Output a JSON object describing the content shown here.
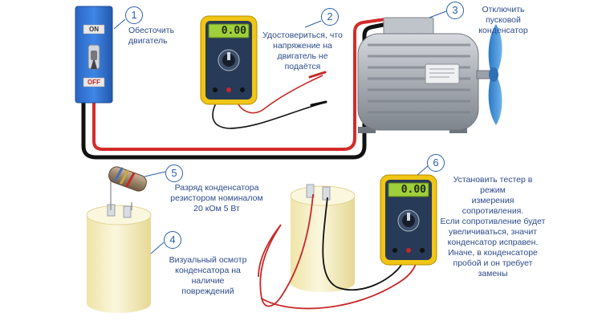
{
  "steps": [
    {
      "number": "1",
      "text_lines": [
        "Обесточить",
        "двигатель"
      ]
    },
    {
      "number": "2",
      "text_lines": [
        "Удостовериться, что",
        "напряжение на",
        "двигатель не подаётся"
      ]
    },
    {
      "number": "3",
      "text_lines": [
        "Отключить",
        "пусковой",
        "конденсатор"
      ]
    },
    {
      "number": "4",
      "text_lines": [
        "Визуальный осмотр",
        "конденсатора на наличие",
        "повреждений"
      ]
    },
    {
      "number": "5",
      "text_lines": [
        "Разряд конденсатора",
        "резистором номиналом",
        "20 кОм   5 Вт"
      ]
    },
    {
      "number": "6",
      "text_lines": [
        "Установить тестер в режим",
        "измерения сопротивления.",
        "Если сопротивление будет",
        "увеличиваться, значит",
        "конденсатор исправен.",
        "Иначе, в конденсаторе",
        "пробой и он требует",
        "замены"
      ]
    }
  ],
  "switch": {
    "on_label": "ON",
    "off_label": "OFF"
  },
  "multimeter_top": {
    "display": "0.00"
  },
  "multimeter_bottom": {
    "display": "0.00"
  },
  "colors": {
    "label_text": "#2c4a8c",
    "switch_box": "#2f6fd0",
    "wire_red": "#d42b2b",
    "wire_black": "#111111",
    "multimeter_body": "#f0c514",
    "lcd": "#9fcf3a",
    "motor": "#a9aeb5",
    "fan": "#3f8fd6",
    "capacitor": "#f6efc4"
  }
}
